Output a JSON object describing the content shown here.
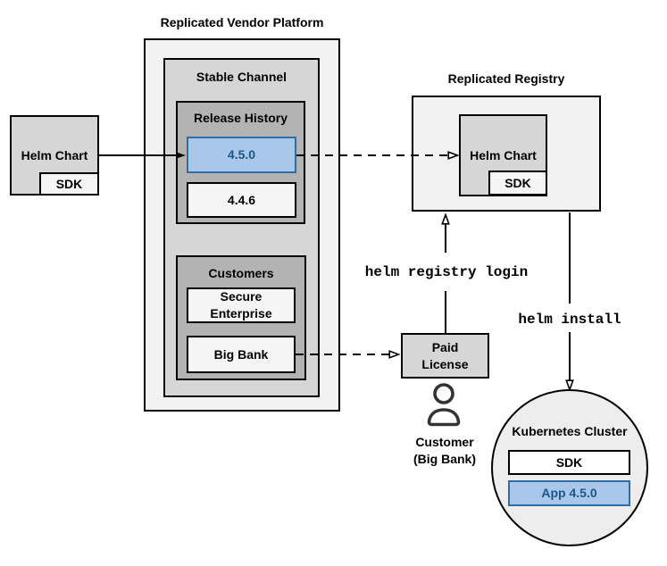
{
  "colors": {
    "gray_lightest": "#f2f2f2",
    "gray_lighter": "#f5f5f5",
    "gray_medium": "#d6d6d6",
    "gray_dark": "#b3b3b3",
    "circle_fill": "#ededed",
    "blue_fill": "#a9c7e8",
    "blue_border": "#2d6ea6",
    "blue_text": "#1c5588",
    "line": "#000000"
  },
  "platform": {
    "title": "Replicated Vendor Platform",
    "stable_channel_label": "Stable Channel",
    "release_history_label": "Release History",
    "releases": [
      {
        "version": "4.5.0"
      },
      {
        "version": "4.4.6"
      }
    ],
    "customers_label": "Customers",
    "customers": [
      {
        "name": "Secure Enterprise"
      },
      {
        "name": "Big Bank"
      }
    ]
  },
  "source_helm_chart": {
    "label": "Helm Chart",
    "sdk": "SDK"
  },
  "registry": {
    "title": "Replicated Registry",
    "helm_chart_label": "Helm Chart",
    "sdk": "SDK"
  },
  "paid_license": {
    "label": "Paid License"
  },
  "customer_caption": {
    "line1": "Customer",
    "line2": "(Big Bank)"
  },
  "commands": {
    "registry_login": "helm registry login",
    "install": "helm install"
  },
  "cluster": {
    "title": "Kubernetes Cluster",
    "sdk": "SDK",
    "app": "App 4.5.0"
  }
}
